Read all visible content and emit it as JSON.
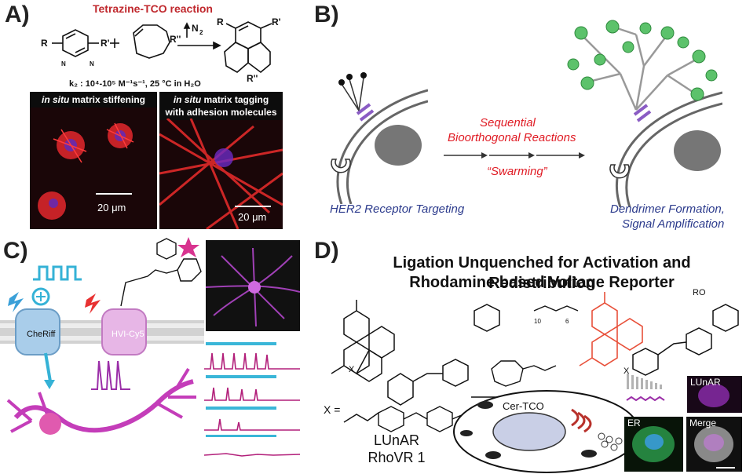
{
  "panelA": {
    "letter": "A)",
    "reaction_title": "Tetrazine-TCO reaction",
    "byproduct": "N",
    "byproduct_sub": "2",
    "rate_text": "k₂ : 10⁴-10⁵ M⁻¹s⁻¹, 25 °C in H₂O",
    "label_R": "R",
    "label_R1": "R'",
    "label_R2": "R''",
    "image_left_caption_italic": "in situ",
    "image_left_caption": " matrix stiffening",
    "image_right_caption_italic": "in situ",
    "image_right_caption_line1": " matrix tagging",
    "image_right_caption_line2": "with adhesion molecules",
    "scale_left": "20 μm",
    "scale_right": "20 μm"
  },
  "panelB": {
    "letter": "B)",
    "seq_line1": "Sequential",
    "seq_line2": "Bioorthogonal Reactions",
    "swarming": "“Swarming”",
    "left_label": "HER2 Receptor Targeting",
    "right_line1": "Dendrimer Formation,",
    "right_line2": "Signal Amplification"
  },
  "panelC": {
    "letter": "C)",
    "cheriff": "CheRiff",
    "hvi": "HVI-Cy5"
  },
  "panelD": {
    "letter": "D)",
    "title_line1": "Ligation Unquenched for Activation and Redistribution",
    "title_line2": "Rhodamine based Voltage Reporter",
    "reagent": "Cer-TCO",
    "x_eq": "X =",
    "lunar": "LUnAR",
    "rhovr": "RhoVR 1",
    "img_lunar": "LUnAR",
    "img_er": "ER",
    "img_merge": "Merge",
    "label_X": "X",
    "label_RO": "RO",
    "sub_10": "10",
    "sub_6": "6",
    "accent_colors": {
      "rhodamine": "#e8503a",
      "trace_purple": "#9b2fa8",
      "trace_gray": "#9a9a9a"
    }
  }
}
